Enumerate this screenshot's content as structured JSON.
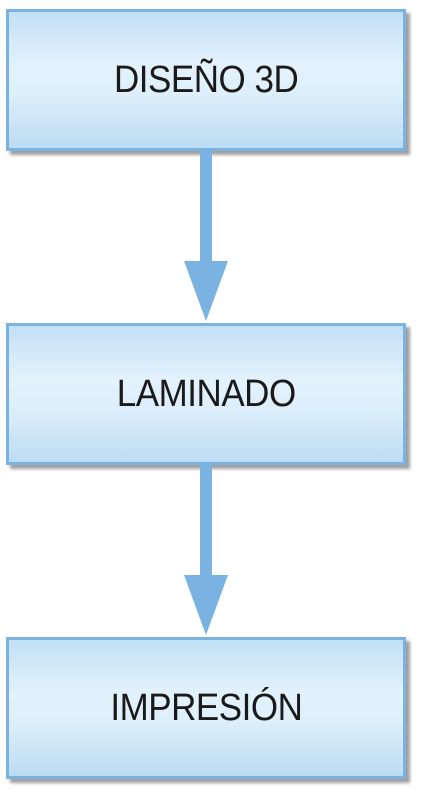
{
  "diagram": {
    "steps": [
      {
        "label": "DISEÑO 3D"
      },
      {
        "label": "LAMINADO"
      },
      {
        "label": "IMPRESIÓN"
      }
    ],
    "colors": {
      "box_border": "#7ab3e2",
      "box_fill_light": "#e3f2fc",
      "box_fill_dark": "#bcdcf3",
      "arrow": "#7ab3e2",
      "text": "#1a1a1a"
    }
  }
}
